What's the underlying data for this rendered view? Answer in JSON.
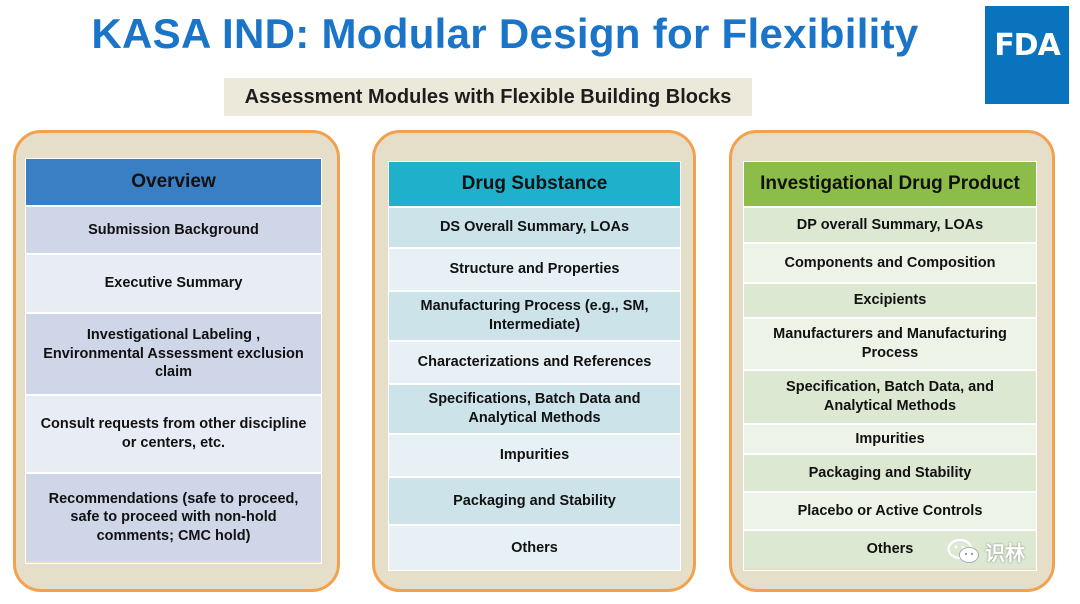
{
  "title": "KASA IND: Modular Design for Flexibility",
  "logo_text": "FDA",
  "subtitle": "Assessment Modules with Flexible Building Blocks",
  "columns": [
    {
      "header": "Overview",
      "items": [
        "Submission Background",
        "Executive Summary",
        "Investigational Labeling , Environmental Assessment exclusion claim",
        "Consult requests from other discipline or centers, etc.",
        "Recommendations (safe to proceed, safe to proceed with non-hold comments; CMC hold)"
      ]
    },
    {
      "header": "Drug Substance",
      "items": [
        "DS  Overall Summary, LOAs",
        "Structure and Properties",
        "Manufacturing Process (e.g., SM, Intermediate)",
        "Characterizations and References",
        "Specifications, Batch Data and Analytical Methods",
        "Impurities",
        "Packaging and Stability",
        "Others"
      ]
    },
    {
      "header": "Investigational Drug Product",
      "items": [
        "DP overall Summary, LOAs",
        "Components and Composition",
        "Excipients",
        "Manufacturers and Manufacturing Process",
        "Specification, Batch Data, and Analytical Methods",
        "Impurities",
        "Packaging and Stability",
        "Placebo or Active Controls",
        "Others"
      ]
    }
  ],
  "watermark": "识林",
  "colors": {
    "title": "#1a74c8",
    "fda_blue": "#0a73bd",
    "panel_border": "#f2a24e",
    "overview_header": "#3a7fc4",
    "drug_substance_header": "#1fb0cc",
    "drug_product_header": "#8cbd48"
  }
}
